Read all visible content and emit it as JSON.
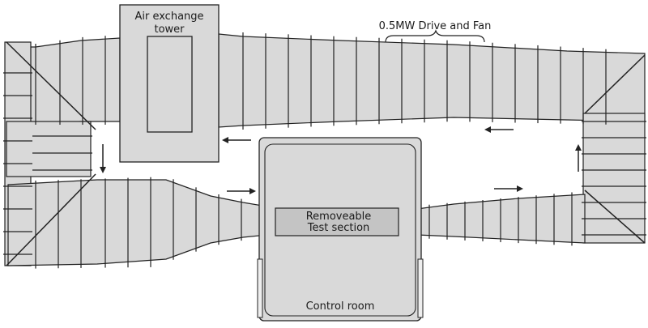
{
  "diagram": {
    "labels": {
      "tower_line1": "Air exchange",
      "tower_line2": "tower",
      "fan": "0.5MW Drive and Fan",
      "test_line1": "Removeable",
      "test_line2": "Test section",
      "control": "Control room"
    },
    "colors": {
      "duct_fill": "#d9d9d9",
      "stroke": "#222222",
      "background": "#ffffff"
    }
  }
}
